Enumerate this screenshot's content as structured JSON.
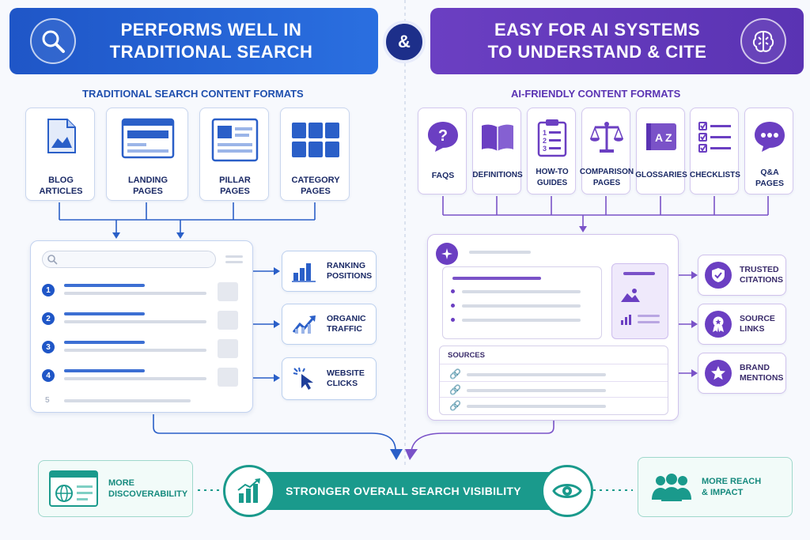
{
  "left_banner": {
    "title": "PERFORMS WELL IN\nTRADITIONAL SEARCH",
    "icon": "magnifier-icon"
  },
  "right_banner": {
    "title": "EASY FOR AI SYSTEMS\nTO UNDERSTAND & CITE",
    "icon": "brain-icon"
  },
  "ampersand": "&",
  "traditional": {
    "heading": "TRADITIONAL SEARCH CONTENT FORMATS",
    "formats": [
      {
        "label": "BLOG\nARTICLES",
        "icon": "document-image-icon"
      },
      {
        "label": "LANDING\nPAGES",
        "icon": "browser-window-icon"
      },
      {
        "label": "PILLAR\nPAGES",
        "icon": "layout-page-icon"
      },
      {
        "label": "CATEGORY\nPAGES",
        "icon": "grid-icon"
      }
    ],
    "results": [
      "1",
      "2",
      "3",
      "4",
      "5"
    ],
    "metrics": [
      {
        "label": "RANKING\nPOSITIONS",
        "icon": "bar-chart-icon"
      },
      {
        "label": "ORGANIC\nTRAFFIC",
        "icon": "trend-up-icon"
      },
      {
        "label": "WEBSITE\nCLICKS",
        "icon": "cursor-click-icon"
      }
    ]
  },
  "ai": {
    "heading": "AI-FRIENDLY CONTENT FORMATS",
    "formats": [
      {
        "label": "FAQS",
        "icon": "question-bubble-icon"
      },
      {
        "label": "DEFINITIONS",
        "icon": "open-book-icon"
      },
      {
        "label": "HOW-TO\nGUIDES",
        "icon": "numbered-clipboard-icon"
      },
      {
        "label": "COMPARISON\nPAGES",
        "icon": "scales-icon"
      },
      {
        "label": "GLOSSARIES",
        "icon": "az-book-icon"
      },
      {
        "label": "CHECKLISTS",
        "icon": "checklist-icon"
      },
      {
        "label": "Q&A\nPAGES",
        "icon": "chat-bubble-icon"
      }
    ],
    "sources_label": "SOURCES",
    "metrics": [
      {
        "label": "TRUSTED\nCITATIONS",
        "icon": "shield-check-icon"
      },
      {
        "label": "SOURCE\nLINKS",
        "icon": "award-badge-icon"
      },
      {
        "label": "BRAND\nMENTIONS",
        "icon": "star-icon"
      }
    ]
  },
  "bottom": {
    "left": "MORE\nDISCOVERABILITY",
    "center": "STRONGER OVERALL SEARCH VISIBILITY",
    "right": "MORE REACH\n& IMPACT"
  },
  "colors": {
    "blue": "#1f56c7",
    "purple": "#6b3fc2",
    "teal": "#1a9a8c",
    "navy": "#1b2a66"
  }
}
